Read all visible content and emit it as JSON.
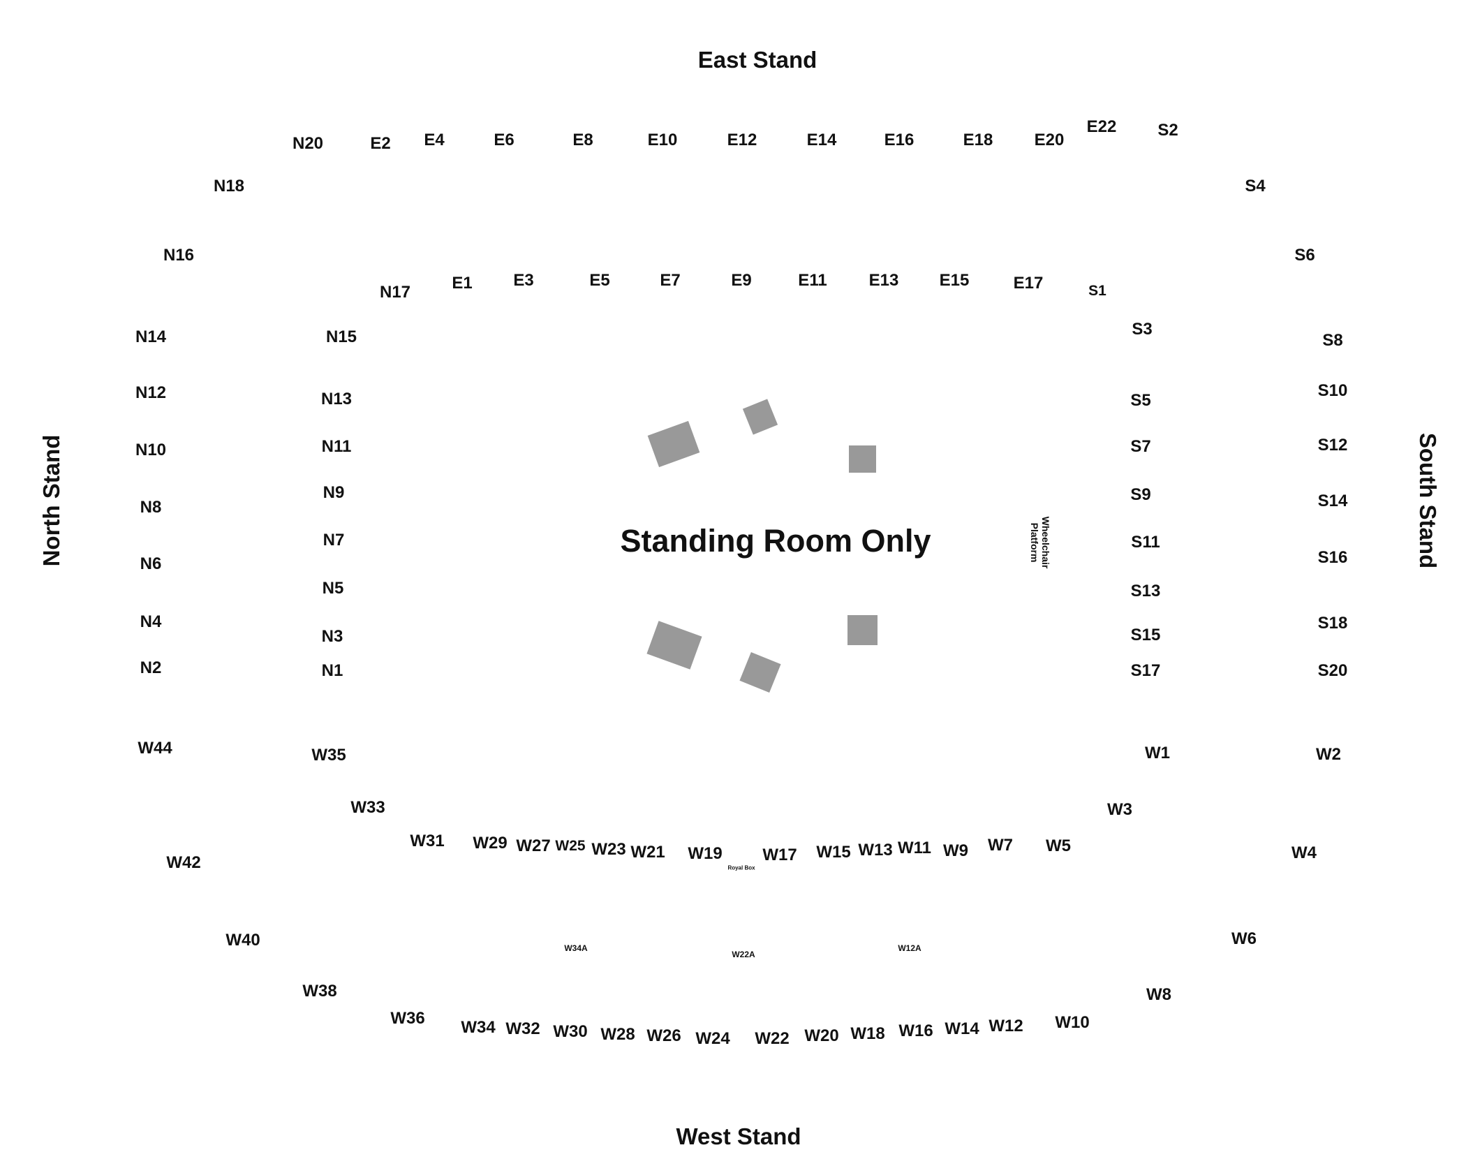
{
  "colors": {
    "background": "#ffffff",
    "text": "#111111",
    "stage_block": "#999999"
  },
  "stands": {
    "east": "East Stand",
    "west": "West Stand",
    "north": "North Stand",
    "south": "South Stand"
  },
  "floor": {
    "label": "Standing Room Only",
    "wheelchair_line1": "Wheelchair",
    "wheelchair_line2": "Platform"
  },
  "sections": {
    "east_upper": [
      "N20",
      "E2",
      "E4",
      "E6",
      "E8",
      "E10",
      "E12",
      "E14",
      "E16",
      "E18",
      "E20",
      "E22",
      "S2"
    ],
    "east_lower": [
      "N17",
      "E1",
      "E3",
      "E5",
      "E7",
      "E9",
      "E11",
      "E13",
      "E15",
      "E17",
      "S1"
    ],
    "north_upper": [
      "N18",
      "N16",
      "N14",
      "N12",
      "N10",
      "N8",
      "N6",
      "N4",
      "N2",
      "W44"
    ],
    "north_lower": [
      "N15",
      "N13",
      "N11",
      "N9",
      "N7",
      "N5",
      "N3",
      "N1",
      "W35"
    ],
    "south_upper": [
      "S4",
      "S6",
      "S8",
      "S10",
      "S12",
      "S14",
      "S16",
      "S18",
      "S20",
      "W2"
    ],
    "south_lower": [
      "S3",
      "S5",
      "S7",
      "S9",
      "S11",
      "S13",
      "S15",
      "S17",
      "W1"
    ],
    "west_lower": [
      "W33",
      "W31",
      "W29",
      "W27",
      "W25",
      "W23",
      "W21",
      "W19",
      "W17",
      "W15",
      "W13",
      "W11",
      "W9",
      "W7",
      "W5",
      "W3"
    ],
    "west_upper": [
      "W42",
      "W40",
      "W38",
      "W36",
      "W34",
      "W32",
      "W30",
      "W28",
      "W26",
      "W24",
      "W22",
      "W20",
      "W18",
      "W16",
      "W14",
      "W12",
      "W10",
      "W8",
      "W6",
      "W4"
    ],
    "west_boxes": [
      "W34A",
      "W22A",
      "W12A"
    ],
    "royal_box": "Royal Box"
  }
}
